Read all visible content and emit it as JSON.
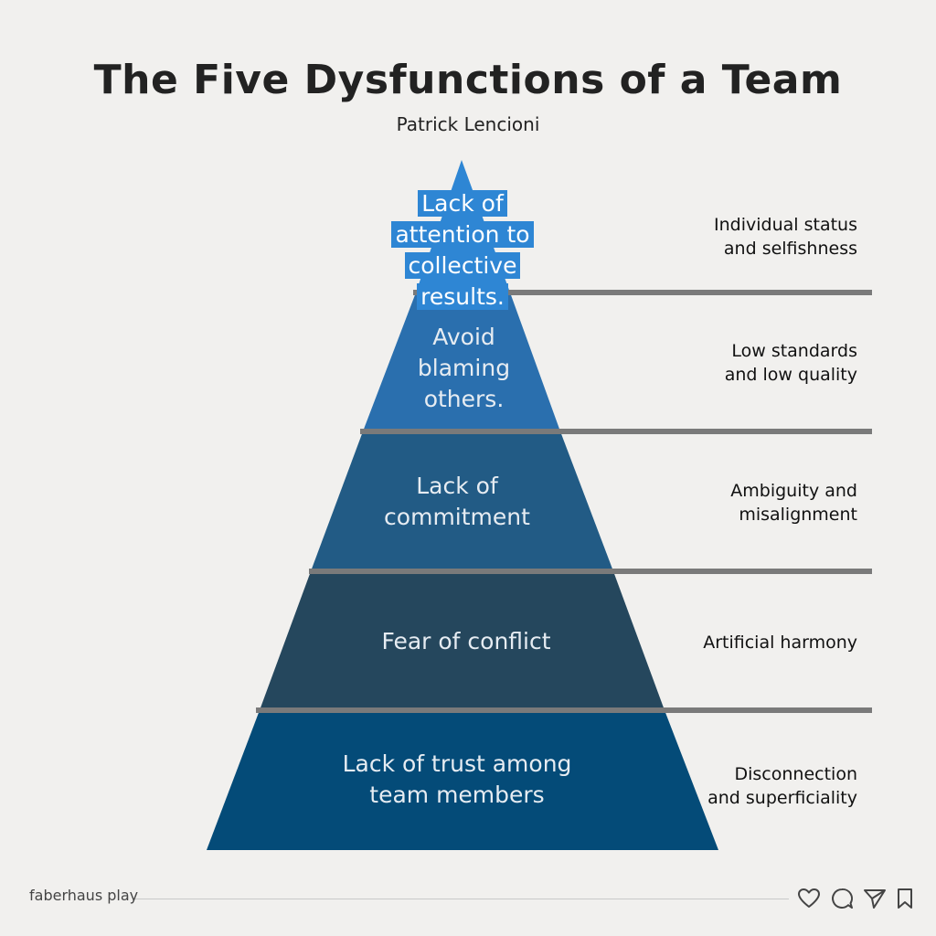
{
  "header": {
    "title": "The Five Dysfunctions of a Team",
    "subtitle": "Patrick Lencioni"
  },
  "pyramid": {
    "layers": [
      {
        "label": "Lack of attention to collective results.",
        "consequence": "Individual status and selfishness",
        "color": "#2e86d4"
      },
      {
        "label": "Avoid blaming others.",
        "consequence": "Low standards and low quality",
        "color": "#2a6fae"
      },
      {
        "label": "Lack of commitment",
        "consequence": "Ambiguity and misalignment",
        "color": "#225b85"
      },
      {
        "label": "Fear of conflict",
        "consequence": "Artificial harmony",
        "color": "#25475d"
      },
      {
        "label": "Lack of trust among team members",
        "consequence": "Disconnection and superficiality",
        "color": "#044b78"
      }
    ],
    "divider_color": "#7a7a7a"
  },
  "footer": {
    "brand": "faberhaus play",
    "icons": [
      "heart-icon",
      "comment-icon",
      "send-icon",
      "bookmark-icon"
    ]
  }
}
